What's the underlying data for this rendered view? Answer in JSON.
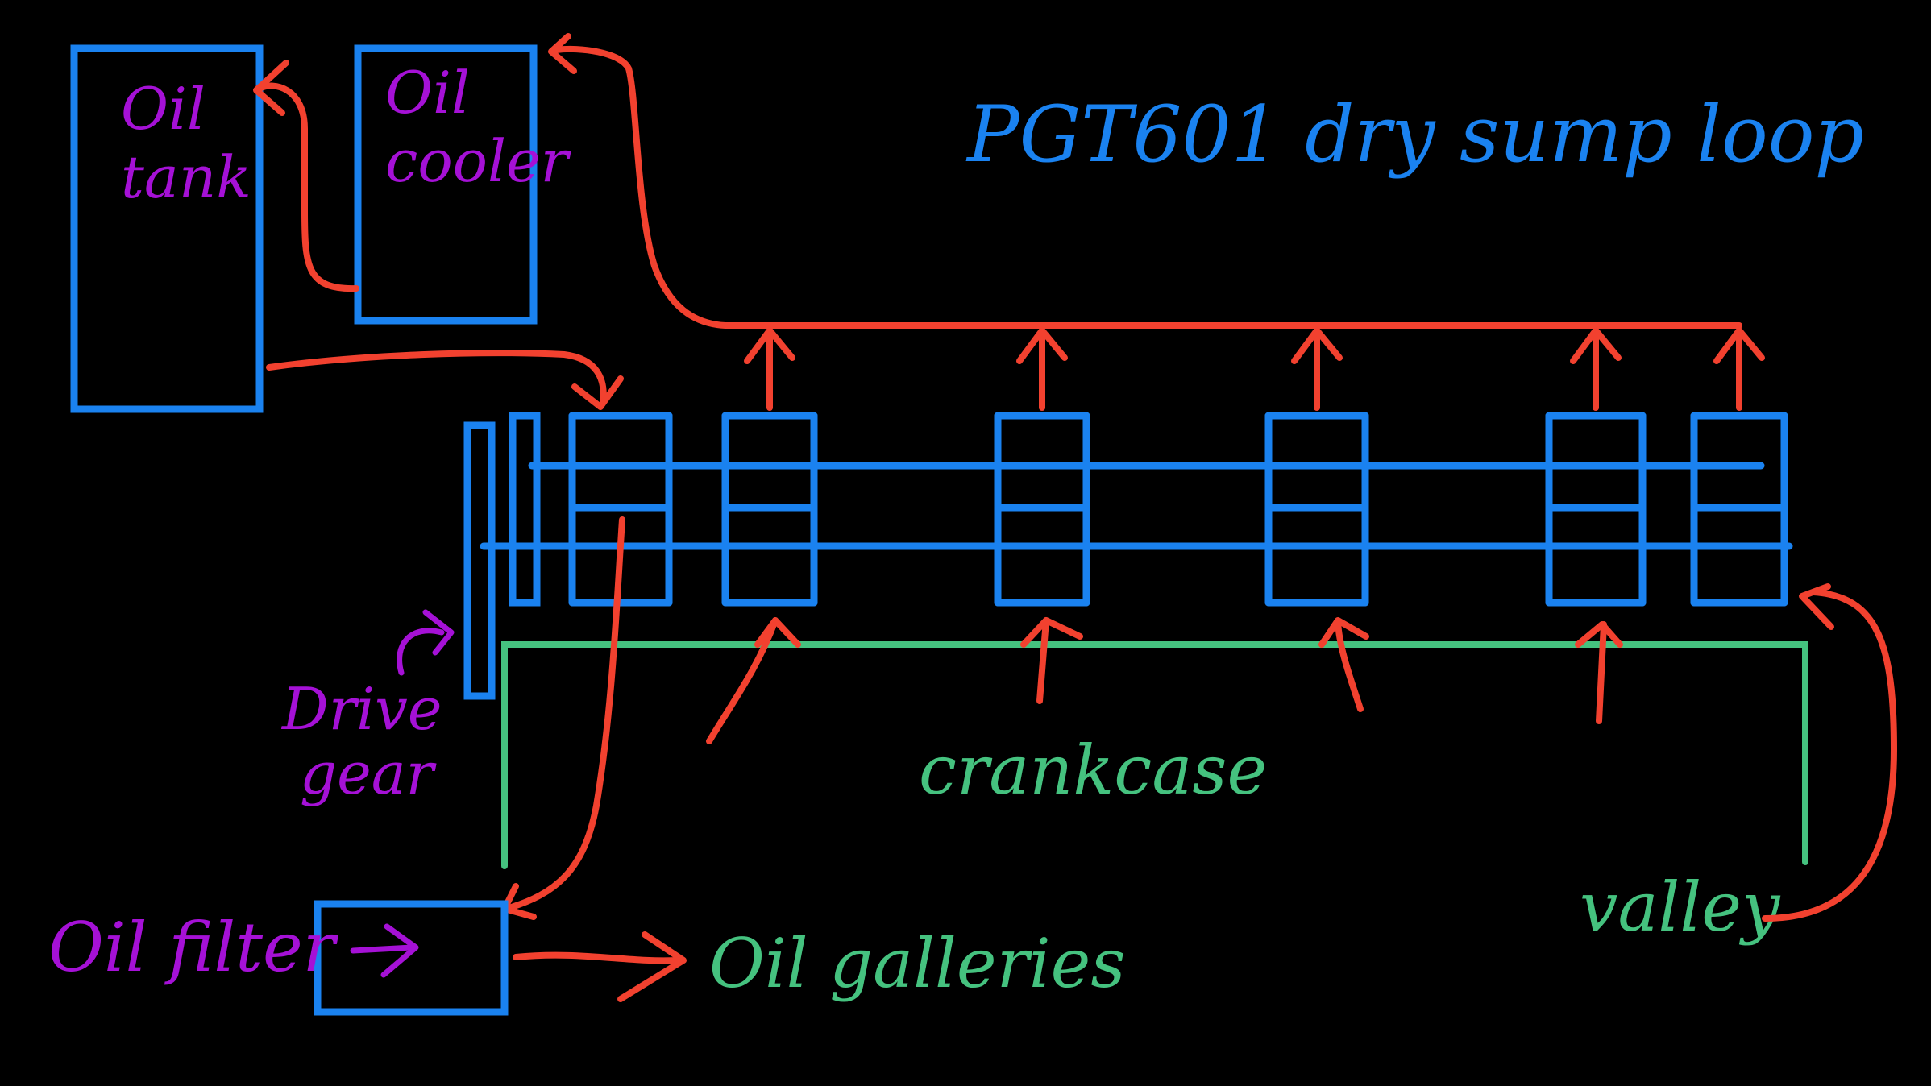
{
  "title": "PGT601 dry sump loop",
  "colors": {
    "background": "#000000",
    "components": "#1a82f0",
    "oil_flow": "#f2412f",
    "crankcase": "#45c27f",
    "labels": "#a511d6"
  },
  "labels": {
    "oil_tank_line1": "Oil",
    "oil_tank_line2": "tank",
    "oil_cooler_line1": "Oil",
    "oil_cooler_line2": "cooler",
    "drive_gear_line1": "Drive",
    "drive_gear_line2": "gear",
    "oil_filter": "Oil filter",
    "oil_galleries": "Oil galleries",
    "crankcase": "crankcase",
    "valley": "valley"
  },
  "pump_stages": {
    "pressure_stage_count": 1,
    "scavenge_stage_count": 5
  }
}
